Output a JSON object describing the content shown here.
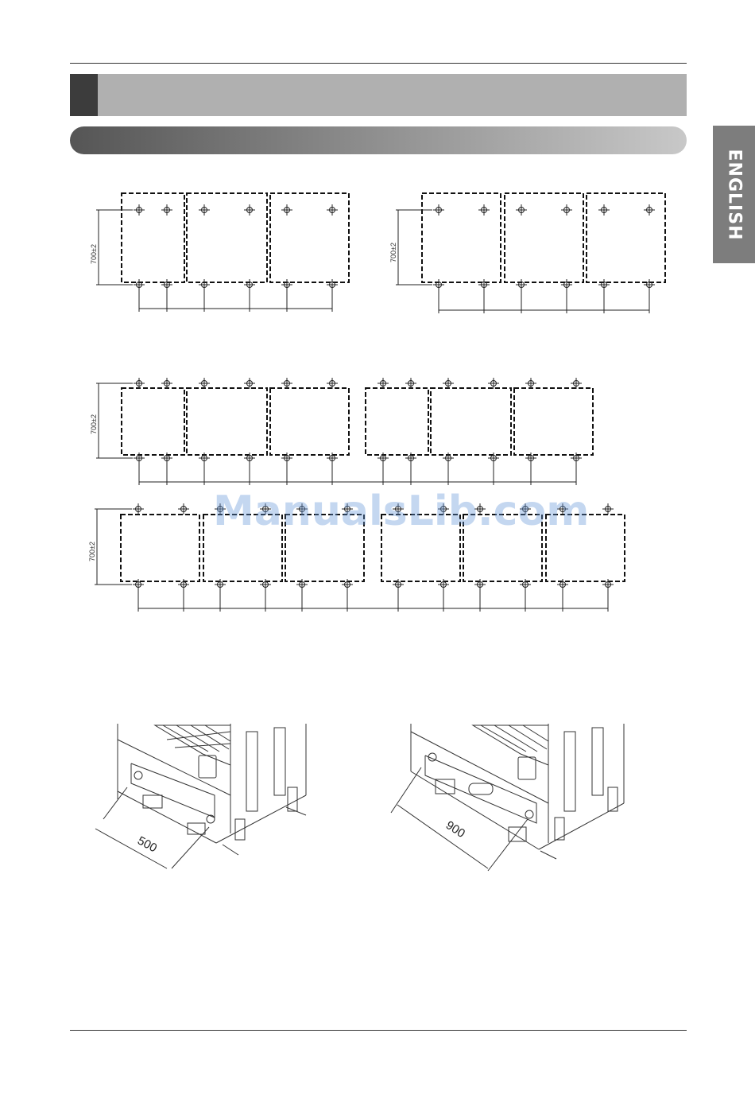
{
  "side_tab": {
    "label": "ENGLISH"
  },
  "watermark": {
    "text": "ManualsLib.com"
  },
  "layouts": [
    {
      "dimension_label": "700±2"
    },
    {
      "dimension_label": "700±2"
    },
    {
      "dimension_label": "700±2"
    },
    {
      "dimension_label": "700±2"
    }
  ],
  "unit_views": [
    {
      "dimension": "500"
    },
    {
      "dimension": "900"
    }
  ]
}
